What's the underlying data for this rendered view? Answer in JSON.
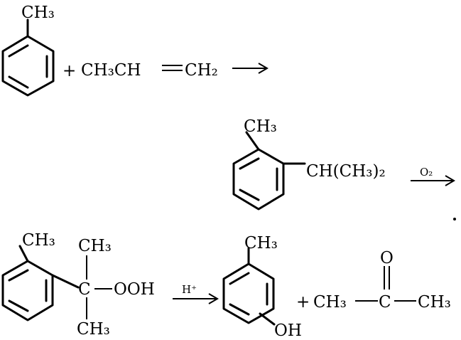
{
  "step1": {
    "toluene_methyl": "CH₃",
    "plus": "+",
    "propylene": "CH₃CH",
    "propylene_end": "CH₂"
  },
  "step2": {
    "methyl": "CH₃",
    "isopropyl": "CH(CH₃)₂",
    "reagent": "O₂"
  },
  "step3": {
    "methyl": "CH₃",
    "top_methyl": "CH₃",
    "carbon": "C",
    "hydroperoxide": "OOH",
    "bottom_methyl": "CH₃",
    "reagent": "H⁺",
    "cresol_methyl": "CH₃",
    "hydroxyl": "OH",
    "plus": "+",
    "acetone_left": "CH₃",
    "acetone_carbon": "C",
    "acetone_right": "CH₃",
    "acetone_oxygen": "O"
  }
}
